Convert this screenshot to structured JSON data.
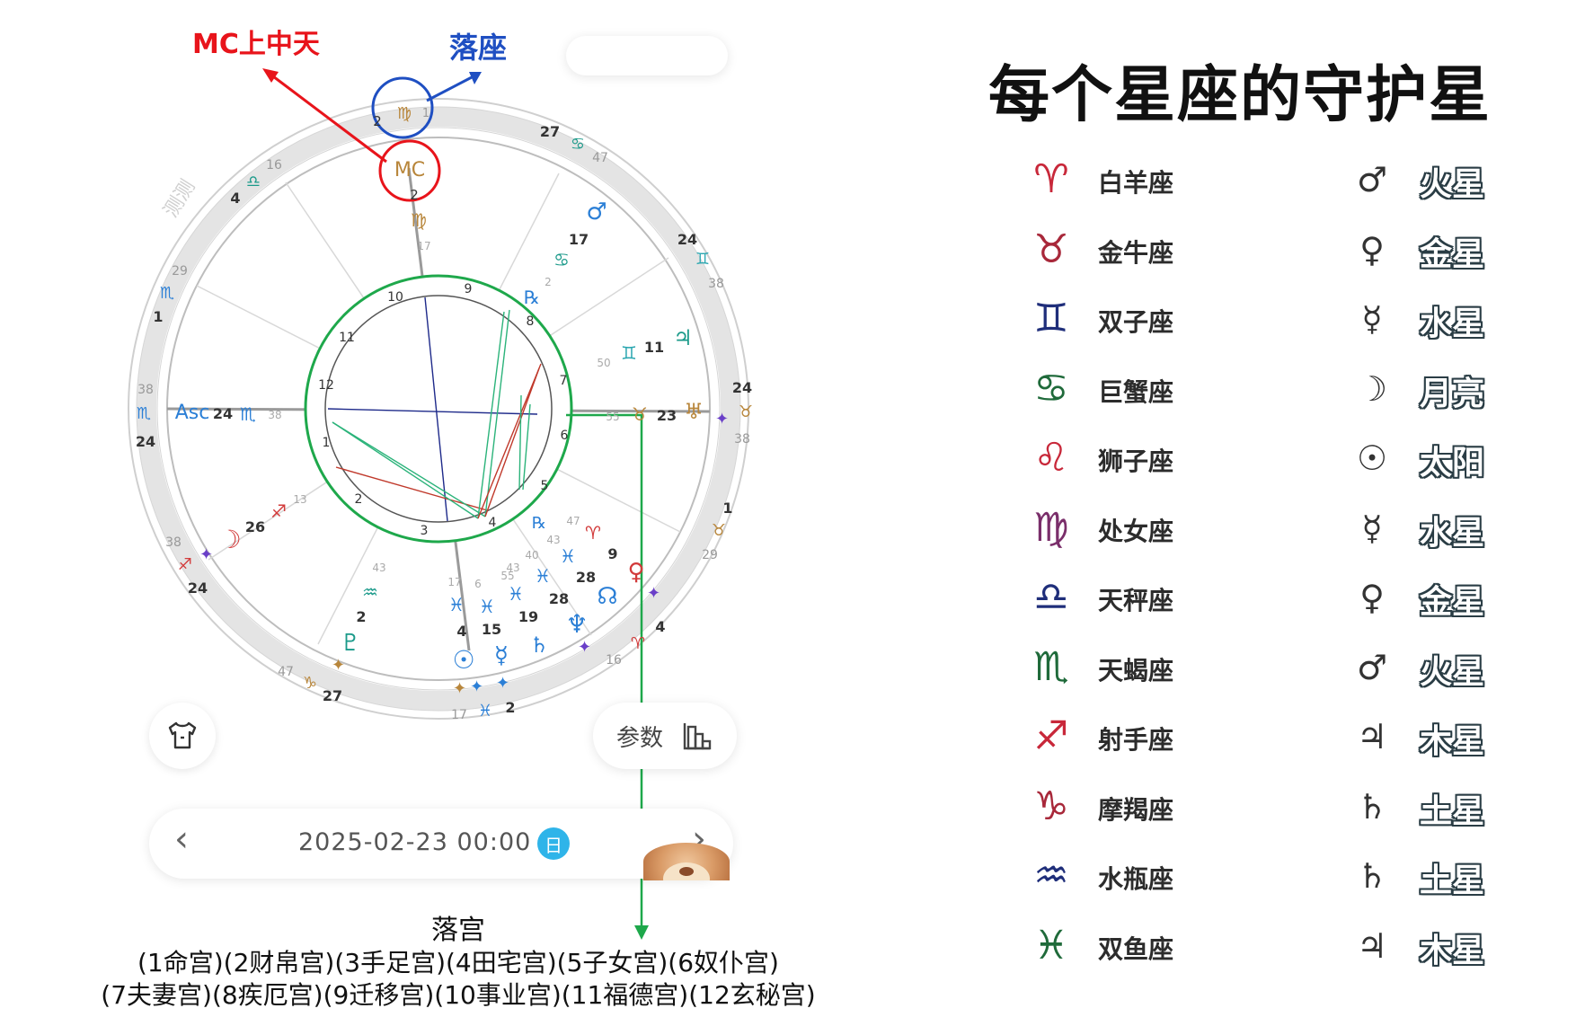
{
  "annotations": {
    "mc_label": "MC上中天",
    "sign_label": "落座",
    "watermark": "测测"
  },
  "toolbar": {
    "params_label": "参数"
  },
  "date_bar": {
    "datetime": "2025-02-23 00:00",
    "day_badge": "日",
    "prev": "‹",
    "next": "›"
  },
  "houses_note": {
    "title": "落宫",
    "line1": "(1命宫)(2财帛宫)(3手足宫)(4田宅宫)(5子女宫)(6奴仆宫)",
    "line2": "(7夫妻宫)(8疾厄宫)(9迁移宫)(10事业宫)(11福德宫)(12玄秘宫)"
  },
  "chart": {
    "house_numbers": [
      "1",
      "2",
      "3",
      "4",
      "5",
      "6",
      "7",
      "8",
      "9",
      "10",
      "11",
      "12"
    ],
    "ring_labels": [
      {
        "text": "27",
        "color": "#333"
      },
      {
        "text": "♋",
        "color": "#1b9a8a"
      },
      {
        "text": "47",
        "color": "#999"
      },
      {
        "text": "24",
        "color": "#333"
      },
      {
        "text": "♊",
        "color": "#2aa6b0"
      },
      {
        "text": "38",
        "color": "#999"
      },
      {
        "text": "24",
        "color": "#333"
      },
      {
        "text": "♉",
        "color": "#b8863b"
      },
      {
        "text": "38",
        "color": "#999"
      },
      {
        "text": "1",
        "color": "#333"
      },
      {
        "text": "♉",
        "color": "#b8863b"
      },
      {
        "text": "29",
        "color": "#999"
      },
      {
        "text": "4",
        "color": "#333"
      },
      {
        "text": "♈",
        "color": "#d23b3b"
      },
      {
        "text": "16",
        "color": "#999"
      },
      {
        "text": "2",
        "color": "#333"
      },
      {
        "text": "♓",
        "color": "#2b7fd6"
      },
      {
        "text": "17",
        "color": "#999"
      },
      {
        "text": "27",
        "color": "#333"
      },
      {
        "text": "♑",
        "color": "#b8863b"
      },
      {
        "text": "47",
        "color": "#999"
      },
      {
        "text": "24",
        "color": "#333"
      },
      {
        "text": "♐",
        "color": "#d23b3b"
      },
      {
        "text": "38",
        "color": "#999"
      },
      {
        "text": "24",
        "color": "#333"
      },
      {
        "text": "♏",
        "color": "#2b7fd6"
      },
      {
        "text": "38",
        "color": "#999"
      },
      {
        "text": "1",
        "color": "#333"
      },
      {
        "text": "♏",
        "color": "#2b7fd6"
      },
      {
        "text": "29",
        "color": "#999"
      },
      {
        "text": "4",
        "color": "#333"
      },
      {
        "text": "♎",
        "color": "#1b9a8a"
      },
      {
        "text": "16",
        "color": "#999"
      },
      {
        "text": "2",
        "color": "#333"
      },
      {
        "text": "♍",
        "color": "#b8863b"
      },
      {
        "text": "1",
        "color": "#999"
      }
    ],
    "inner_labels": [
      {
        "text": "MC",
        "color": "#b8863b"
      },
      {
        "text": "2",
        "color": "#333"
      },
      {
        "text": "♍",
        "color": "#b8863b"
      },
      {
        "text": "17",
        "color": "#aaa"
      },
      {
        "text": "Asc",
        "color": "#2b7fd6"
      },
      {
        "text": "24",
        "color": "#333"
      },
      {
        "text": "♏",
        "color": "#2b7fd6"
      },
      {
        "text": "38",
        "color": "#aaa"
      },
      {
        "text": "♂",
        "color": "#2b7fd6"
      },
      {
        "text": "17",
        "color": "#333"
      },
      {
        "text": "♋",
        "color": "#1b9a8a"
      },
      {
        "text": "2",
        "color": "#aaa"
      },
      {
        "text": "℞",
        "color": "#2b7fd6"
      },
      {
        "text": "♃",
        "color": "#1b9a8a"
      },
      {
        "text": "11",
        "color": "#333"
      },
      {
        "text": "♊",
        "color": "#2aa6b0"
      },
      {
        "text": "50",
        "color": "#aaa"
      },
      {
        "text": "♅",
        "color": "#b8863b"
      },
      {
        "text": "23",
        "color": "#333"
      },
      {
        "text": "♉",
        "color": "#b8863b"
      },
      {
        "text": "55",
        "color": "#aaa"
      },
      {
        "text": "☽",
        "color": "#d23b3b"
      },
      {
        "text": "26",
        "color": "#333"
      },
      {
        "text": "♐",
        "color": "#d23b3b"
      },
      {
        "text": "13",
        "color": "#aaa"
      },
      {
        "text": "♀",
        "color": "#d23b3b"
      },
      {
        "text": "9",
        "color": "#333"
      },
      {
        "text": "♈",
        "color": "#d23b3b"
      },
      {
        "text": "47",
        "color": "#aaa"
      },
      {
        "text": "℞",
        "color": "#2b7fd6"
      },
      {
        "text": "43",
        "color": "#aaa"
      },
      {
        "text": "☊",
        "color": "#2b7fd6"
      },
      {
        "text": "28",
        "color": "#333"
      },
      {
        "text": "♓",
        "color": "#2b7fd6"
      },
      {
        "text": "40",
        "color": "#aaa"
      },
      {
        "text": "♆",
        "color": "#2b7fd6"
      },
      {
        "text": "28",
        "color": "#333"
      },
      {
        "text": "♓",
        "color": "#2b7fd6"
      },
      {
        "text": "43",
        "color": "#aaa"
      },
      {
        "text": "♄",
        "color": "#2b7fd6"
      },
      {
        "text": "19",
        "color": "#333"
      },
      {
        "text": "♓",
        "color": "#2b7fd6"
      },
      {
        "text": "55",
        "color": "#aaa"
      },
      {
        "text": "☿",
        "color": "#2b7fd6"
      },
      {
        "text": "15",
        "color": "#333"
      },
      {
        "text": "♓",
        "color": "#2b7fd6"
      },
      {
        "text": "6",
        "color": "#aaa"
      },
      {
        "text": "☉",
        "color": "#2b7fd6"
      },
      {
        "text": "4",
        "color": "#333"
      },
      {
        "text": "♓",
        "color": "#2b7fd6"
      },
      {
        "text": "17",
        "color": "#aaa"
      },
      {
        "text": "♇",
        "color": "#1b9a8a"
      },
      {
        "text": "2",
        "color": "#333"
      },
      {
        "text": "♒",
        "color": "#1b9a8a"
      },
      {
        "text": "43",
        "color": "#aaa"
      }
    ]
  },
  "rulers": {
    "title": "每个星座的守护星",
    "rows": [
      {
        "sign_glyph": "♈",
        "sign_color": "#c8283a",
        "sign": "白羊座",
        "planet_glyph": "♂",
        "planet": "火星"
      },
      {
        "sign_glyph": "♉",
        "sign_color": "#a8283a",
        "sign": "金牛座",
        "planet_glyph": "♀",
        "planet": "金星"
      },
      {
        "sign_glyph": "♊",
        "sign_color": "#1f2e7a",
        "sign": "双子座",
        "planet_glyph": "☿",
        "planet": "水星"
      },
      {
        "sign_glyph": "♋",
        "sign_color": "#1f6a3a",
        "sign": "巨蟹座",
        "planet_glyph": "☽",
        "planet": "月亮"
      },
      {
        "sign_glyph": "♌",
        "sign_color": "#c8283a",
        "sign": "狮子座",
        "planet_glyph": "☉",
        "planet": "太阳"
      },
      {
        "sign_glyph": "♍",
        "sign_color": "#7a2e6a",
        "sign": "处女座",
        "planet_glyph": "☿",
        "planet": "水星"
      },
      {
        "sign_glyph": "♎",
        "sign_color": "#1f2e7a",
        "sign": "天秤座",
        "planet_glyph": "♀",
        "planet": "金星"
      },
      {
        "sign_glyph": "♏",
        "sign_color": "#1f6a3a",
        "sign": "天蝎座",
        "planet_glyph": "♂",
        "planet": "火星"
      },
      {
        "sign_glyph": "♐",
        "sign_color": "#c8283a",
        "sign": "射手座",
        "planet_glyph": "♃",
        "planet": "木星"
      },
      {
        "sign_glyph": "♑",
        "sign_color": "#a8283a",
        "sign": "摩羯座",
        "planet_glyph": "♄",
        "planet": "土星"
      },
      {
        "sign_glyph": "♒",
        "sign_color": "#1f2e7a",
        "sign": "水瓶座",
        "planet_glyph": "♄",
        "planet": "土星"
      },
      {
        "sign_glyph": "♓",
        "sign_color": "#1f6a3a",
        "sign": "双鱼座",
        "planet_glyph": "♃",
        "planet": "木星"
      }
    ]
  }
}
